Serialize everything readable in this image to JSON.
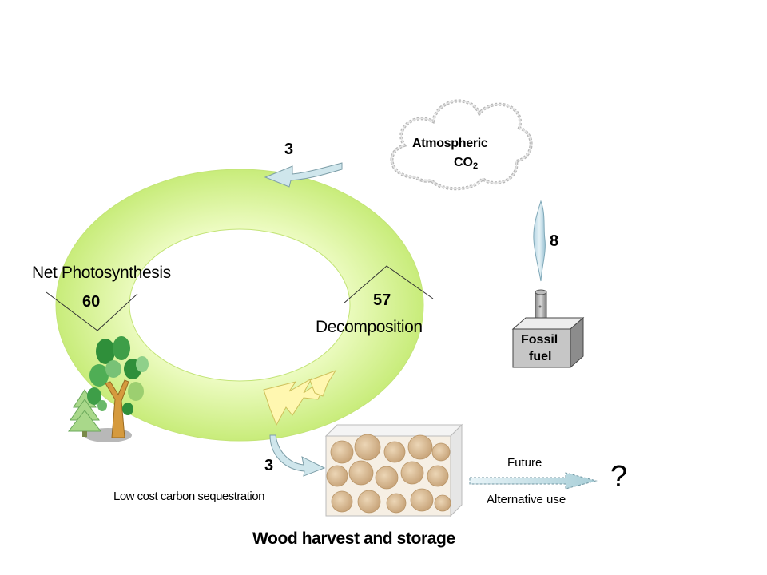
{
  "cycle": {
    "photosynthesis_label": "Net Photosynthesis",
    "photosynthesis_value": "60",
    "decomposition_label": "Decomposition",
    "decomposition_value": "57",
    "uptake_value": "3",
    "harvest_value": "3"
  },
  "atmosphere": {
    "label_line1": "Atmospheric",
    "label_co": "CO",
    "label_sub": "2"
  },
  "fossil": {
    "emission_value": "8",
    "label_line1": "Fossil",
    "label_line2": "fuel"
  },
  "harvest": {
    "sequestration_label": "Low cost carbon sequestration",
    "title": "Wood harvest and storage",
    "future_label": "Future",
    "alt_use_label": "Alternative use",
    "question": "?"
  },
  "colors": {
    "ring_fill": "#d9f59a",
    "ring_stroke": "#b9e05a",
    "arrow_blue": "#cfe6ec",
    "wood": "#e2c49e",
    "tree_dark": "#2f8f3a",
    "tree_light": "#9ccf70"
  }
}
